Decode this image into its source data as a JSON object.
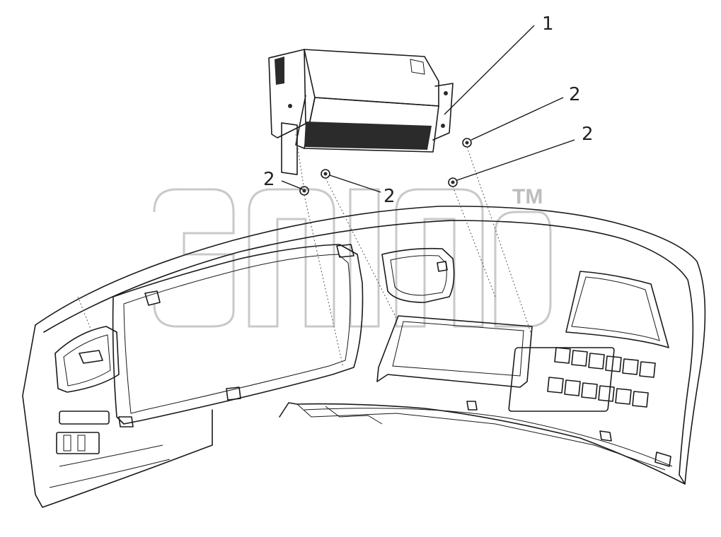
{
  "diagram": {
    "parts": [
      {
        "id": "radio-unit",
        "callout": "1"
      },
      {
        "id": "screw-right-upper",
        "callout": "2"
      },
      {
        "id": "screw-right-lower",
        "callout": "2"
      },
      {
        "id": "screw-left-outer",
        "callout": "2"
      },
      {
        "id": "screw-left-inner",
        "callout": "2"
      }
    ],
    "watermark_mark": "TM"
  }
}
